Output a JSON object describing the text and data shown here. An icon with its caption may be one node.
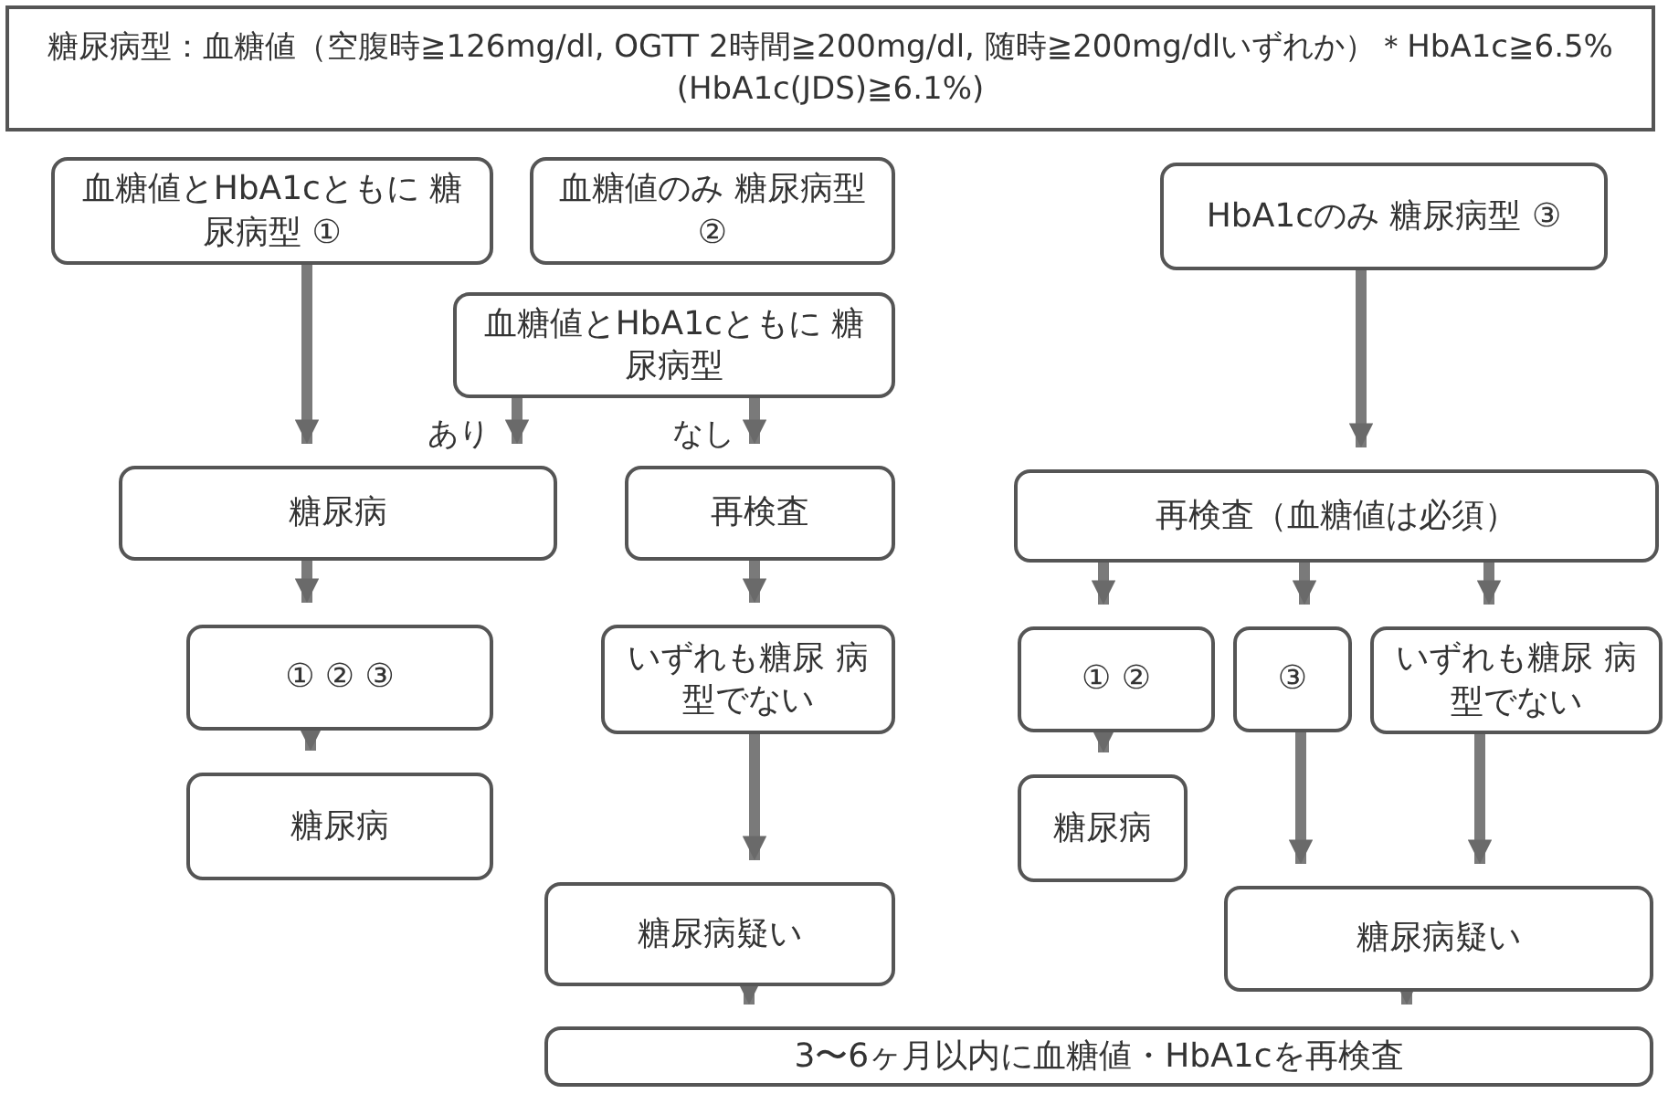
{
  "diagram": {
    "nodes": [
      {
        "text": [
          "糖尿病型：血糖値（空腹時≧126mg/dl, OGTT 2時間≧200mg/dl, 随時≧200mg/dlいずれか）＊HbA1c≧6.5% (HbA1c(JDS)≧6.1%)"
        ]
      },
      {
        "text": [
          "血糖値とHbA1cともに 糖尿病型 ①"
        ]
      },
      {
        "text": [
          "血糖値のみ 糖尿病型 ②"
        ]
      },
      {
        "text": [
          "HbA1cのみ 糖尿病型 ③"
        ]
      },
      {
        "text": [
          "血糖値とHbA1cともに 糖尿病型"
        ]
      },
      {
        "text": [
          "糖尿病"
        ]
      },
      {
        "text": [
          "再検査"
        ]
      },
      {
        "text": [
          "再検査（血糖値は必須）"
        ]
      },
      {
        "text": [
          "① ② ③"
        ]
      },
      {
        "text": [
          "いずれも糖尿 病型でない"
        ]
      },
      {
        "text": [
          "① ②"
        ]
      },
      {
        "text": [
          "③"
        ]
      },
      {
        "text": [
          "いずれも糖尿 病型でない"
        ]
      },
      {
        "text": [
          "糖尿病"
        ]
      },
      {
        "text": [
          "糖尿病"
        ]
      },
      {
        "text": [
          "糖尿病疑い"
        ]
      },
      {
        "text": [
          "糖尿病疑い"
        ]
      },
      {
        "text": [
          "3〜6ヶ月以内に血糖値・HbA1cを再検査"
        ]
      }
    ],
    "edges": [
      {
        "from": 1,
        "to": 5,
        "arrow": "to"
      },
      {
        "from": 4,
        "to": 5,
        "arrow": "to",
        "label": "あり"
      },
      {
        "from": 4,
        "to": 6,
        "arrow": "to",
        "label": "なし"
      },
      {
        "from": 3,
        "to": 7,
        "arrow": "to"
      },
      {
        "from": 5,
        "to": 8,
        "arrow": "to"
      },
      {
        "from": 6,
        "to": 9,
        "arrow": "to"
      },
      {
        "from": 7,
        "to": 10,
        "arrow": "to"
      },
      {
        "from": 7,
        "to": 11,
        "arrow": "to"
      },
      {
        "from": 7,
        "to": 12,
        "arrow": "to"
      },
      {
        "from": 8,
        "to": 13,
        "arrow": "to"
      },
      {
        "from": 9,
        "to": 15,
        "arrow": "to"
      },
      {
        "from": 10,
        "to": 14,
        "arrow": "to"
      },
      {
        "from": 11,
        "to": 16,
        "arrow": "to"
      },
      {
        "from": 12,
        "to": 16,
        "arrow": "to"
      },
      {
        "from": 15,
        "to": 17,
        "arrow": "to"
      },
      {
        "from": 16,
        "to": 17,
        "arrow": "to"
      }
    ]
  }
}
